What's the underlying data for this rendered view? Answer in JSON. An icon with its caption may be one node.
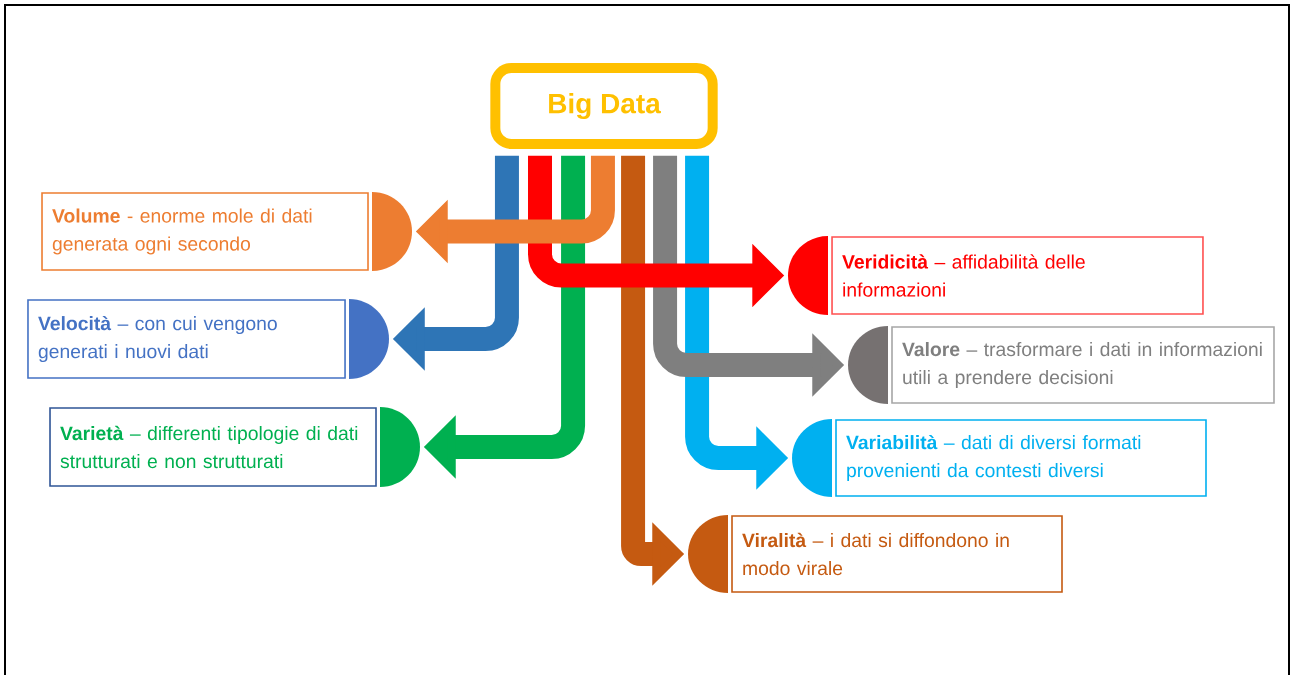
{
  "diagram": {
    "nodes": [
      {
        "text": [
          "Big Data"
        ]
      },
      {
        "text": [
          "**Volume** - enorme mole di dati generata ogni secondo"
        ]
      },
      {
        "text": [
          "**Veridicità** – affidabilità delle informazioni"
        ]
      },
      {
        "text": [
          "**Velocità** – con cui vengono generati i nuovi dati"
        ]
      },
      {
        "text": [
          "**Valore** – trasformare i dati in informazioni utili a prendere decisioni"
        ]
      },
      {
        "text": [
          "**Varietà** – differenti tipologie di dati strutturati e non strutturati"
        ]
      },
      {
        "text": [
          "**Variabilità** – dati di diversi formati provenienti da contesti diversi"
        ]
      },
      {
        "text": [
          "**Viralità** – i dati si diffondono in modo virale"
        ]
      }
    ],
    "edges": [
      {
        "from": 0,
        "to": 1,
        "arrow": "to",
        "color": "#ed7d31"
      },
      {
        "from": 0,
        "to": 2,
        "arrow": "to",
        "color": "#ff0000"
      },
      {
        "from": 0,
        "to": 3,
        "arrow": "to",
        "color": "#2e75b6"
      },
      {
        "from": 0,
        "to": 4,
        "arrow": "to",
        "color": "#7f7f7f"
      },
      {
        "from": 0,
        "to": 5,
        "arrow": "to",
        "color": "#00b050"
      },
      {
        "from": 0,
        "to": 6,
        "arrow": "to",
        "color": "#00b0f0"
      },
      {
        "from": 0,
        "to": 7,
        "arrow": "to",
        "color": "#c55a11"
      }
    ]
  }
}
